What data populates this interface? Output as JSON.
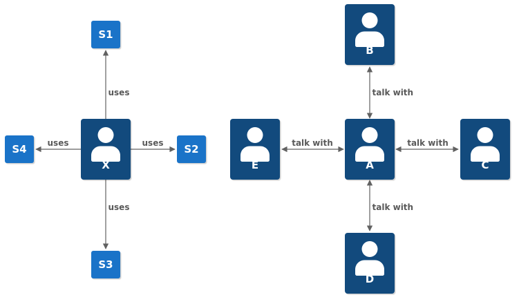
{
  "colors": {
    "person_node_fill": "#124a7d",
    "service_node_fill": "#1a73c8",
    "edge_stroke": "#616161",
    "edge_label_color": "#595959",
    "node_label_color": "#ffffff"
  },
  "nodes": {
    "X": {
      "label": "X",
      "type": "person"
    },
    "S1": {
      "label": "S1",
      "type": "service"
    },
    "S2": {
      "label": "S2",
      "type": "service"
    },
    "S3": {
      "label": "S3",
      "type": "service"
    },
    "S4": {
      "label": "S4",
      "type": "service"
    },
    "A": {
      "label": "A",
      "type": "person"
    },
    "B": {
      "label": "B",
      "type": "person"
    },
    "C": {
      "label": "C",
      "type": "person"
    },
    "D": {
      "label": "D",
      "type": "person"
    },
    "E": {
      "label": "E",
      "type": "person"
    }
  },
  "edges": {
    "x_s1": {
      "from": "X",
      "to": "S1",
      "label": "uses",
      "arrows": "single"
    },
    "x_s2": {
      "from": "X",
      "to": "S2",
      "label": "uses",
      "arrows": "single"
    },
    "x_s3": {
      "from": "X",
      "to": "S3",
      "label": "uses",
      "arrows": "single"
    },
    "x_s4": {
      "from": "X",
      "to": "S4",
      "label": "uses",
      "arrows": "single"
    },
    "a_b": {
      "from": "A",
      "to": "B",
      "label": "talk with",
      "arrows": "double"
    },
    "a_c": {
      "from": "A",
      "to": "C",
      "label": "talk with",
      "arrows": "double"
    },
    "a_d": {
      "from": "A",
      "to": "D",
      "label": "talk with",
      "arrows": "double"
    },
    "a_e": {
      "from": "A",
      "to": "E",
      "label": "talk with",
      "arrows": "double"
    }
  }
}
